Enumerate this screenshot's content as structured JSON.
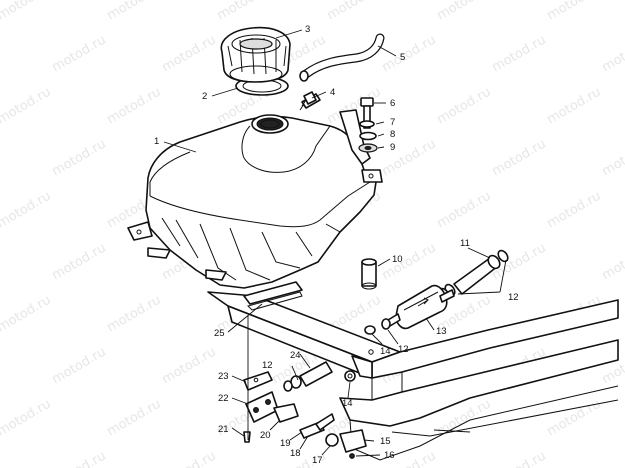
{
  "watermark": "motod.ru",
  "callouts": [
    {
      "id": "c1",
      "label": "1"
    },
    {
      "id": "c2",
      "label": "2"
    },
    {
      "id": "c3",
      "label": "3"
    },
    {
      "id": "c4",
      "label": "4"
    },
    {
      "id": "c5",
      "label": "5"
    },
    {
      "id": "c6",
      "label": "6"
    },
    {
      "id": "c7",
      "label": "7"
    },
    {
      "id": "c8",
      "label": "8"
    },
    {
      "id": "c9",
      "label": "9"
    },
    {
      "id": "c10",
      "label": "10"
    },
    {
      "id": "c11",
      "label": "11"
    },
    {
      "id": "c12a",
      "label": "12"
    },
    {
      "id": "c12b",
      "label": "12"
    },
    {
      "id": "c12c",
      "label": "12"
    },
    {
      "id": "c13",
      "label": "13"
    },
    {
      "id": "c14a",
      "label": "14"
    },
    {
      "id": "c14b",
      "label": "14"
    },
    {
      "id": "c15",
      "label": "15"
    },
    {
      "id": "c16",
      "label": "16"
    },
    {
      "id": "c17",
      "label": "17"
    },
    {
      "id": "c18",
      "label": "18"
    },
    {
      "id": "c19",
      "label": "19"
    },
    {
      "id": "c20",
      "label": "20"
    },
    {
      "id": "c21",
      "label": "21"
    },
    {
      "id": "c22",
      "label": "22"
    },
    {
      "id": "c23",
      "label": "23"
    },
    {
      "id": "c24",
      "label": "24"
    },
    {
      "id": "c25",
      "label": "25"
    }
  ]
}
